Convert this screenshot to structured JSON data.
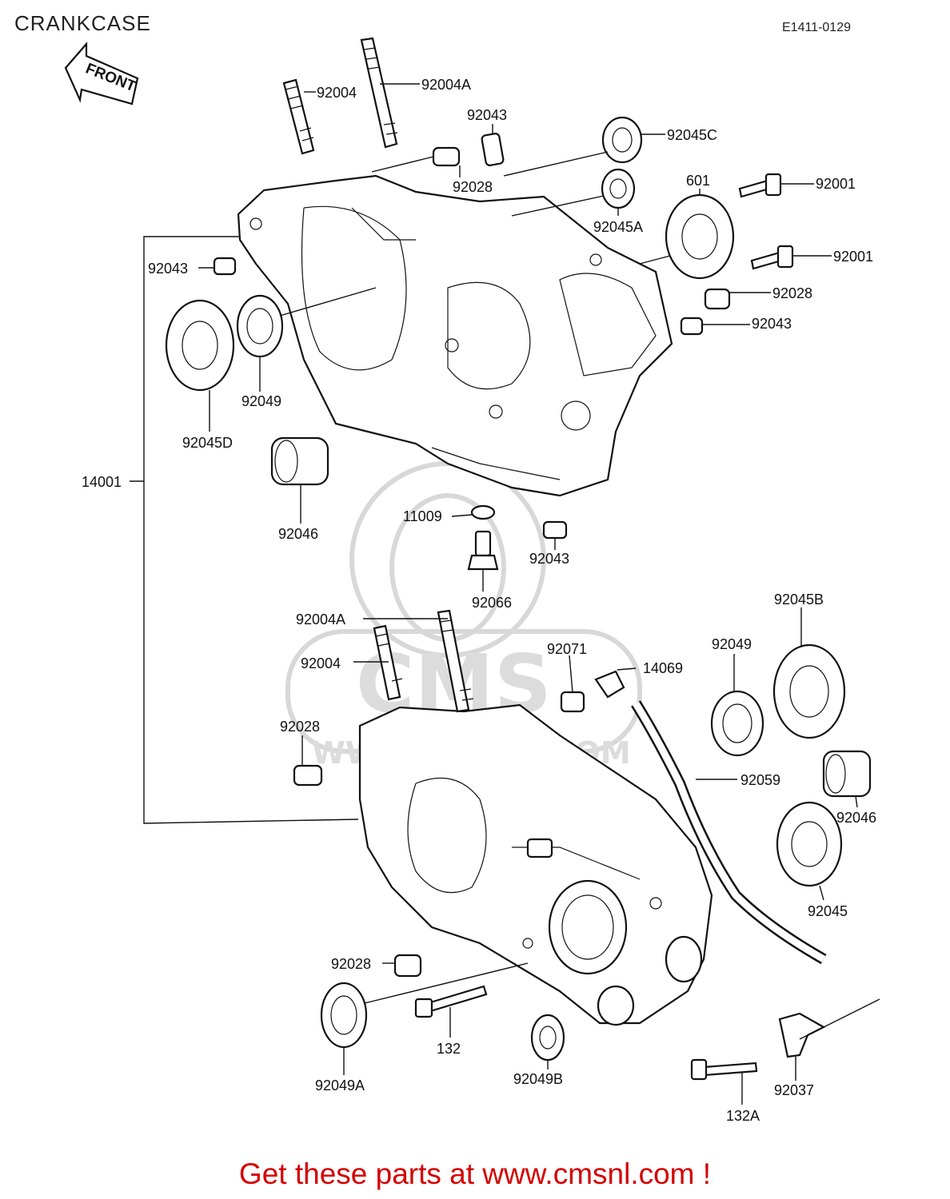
{
  "title": "CRANKCASE",
  "diagram_code": "E1411-0129",
  "front_label": "FRONT",
  "watermark": {
    "brand": "CMS",
    "url": "WWW.CMSNL.COM"
  },
  "footer": "Get these parts at www.cmsnl.com !",
  "labels": {
    "l_92004_top": "92004",
    "l_92004A_top": "92004A",
    "l_92043_top": "92043",
    "l_92028_top": "92028",
    "l_92045C": "92045C",
    "l_92045A": "92045A",
    "l_601": "601",
    "l_92001_a": "92001",
    "l_92001_b": "92001",
    "l_92028_r": "92028",
    "l_92043_r": "92043",
    "l_92043_l": "92043",
    "l_92049_top": "92049",
    "l_92045D": "92045D",
    "l_14001": "14001",
    "l_92046_top": "92046",
    "l_11009": "11009",
    "l_92043_bot": "92043",
    "l_92066": "92066",
    "l_92004A_bot": "92004A",
    "l_92004_bot": "92004",
    "l_92071": "92071",
    "l_14069": "14069",
    "l_92049_r": "92049",
    "l_92045B": "92045B",
    "l_92028_l": "92028",
    "l_92059": "92059",
    "l_92046_r": "92046",
    "l_92045": "92045",
    "l_92028_low": "92028",
    "l_92049A": "92049A",
    "l_132": "132",
    "l_92049B": "92049B",
    "l_92037": "92037",
    "l_132A": "132A"
  }
}
